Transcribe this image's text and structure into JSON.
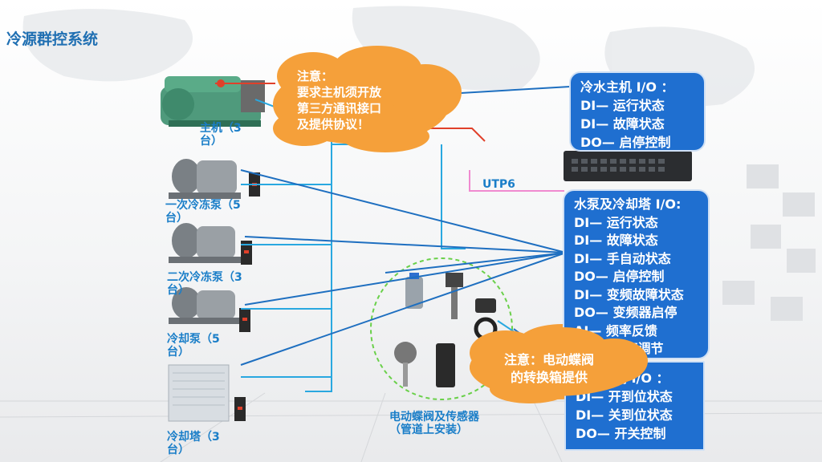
{
  "title": "冷源群控系统",
  "devices": {
    "chiller": [
      "主机（3",
      "台）"
    ],
    "pump1": [
      "一次冷冻泵（5",
      "台）"
    ],
    "pump2": [
      "二次冷冻泵（3",
      "台）"
    ],
    "pump3": [
      "冷却泵（5",
      "台）"
    ],
    "tower": [
      "冷却塔（3",
      "台）"
    ],
    "valves": [
      "电动蝶阀及传感器",
      "（管道上安装）"
    ]
  },
  "network_label": "UTP6",
  "cloud_notes": {
    "chiller_note": [
      "注意：",
      "要求主机须开放",
      "第三方通讯接口",
      "及提供协议！"
    ],
    "valve_note": [
      "注意：电动蝶阀",
      "的转换箱提供"
    ]
  },
  "io_boxes": {
    "chiller_io": [
      "冷水主机 I/O  ：",
      "DI— 运行状态",
      "DI— 故障状态",
      "DO— 启停控制"
    ],
    "pump_tower_io": [
      "水泵及冷却塔 I/O:",
      "DI— 运行状态",
      "DI— 故障状态",
      "DI— 手自动状态",
      "DO— 启停控制",
      "DI— 变频故障状态",
      "DO— 变频器启停",
      "AI— 频率反馈",
      "AO— 频率调节"
    ],
    "valve_io": [
      "电动蝶阀 I/O  ：",
      "DI— 开到位状态",
      "DI— 关到位状态",
      "DO— 开关控制"
    ]
  },
  "colors": {
    "line_blue": "#1e6fc0",
    "line_cyan": "#29a8e0",
    "line_red": "#e0402a",
    "line_pink": "#f08ad0",
    "cloud": "#f5a03a",
    "box": "#1f6fd0"
  }
}
